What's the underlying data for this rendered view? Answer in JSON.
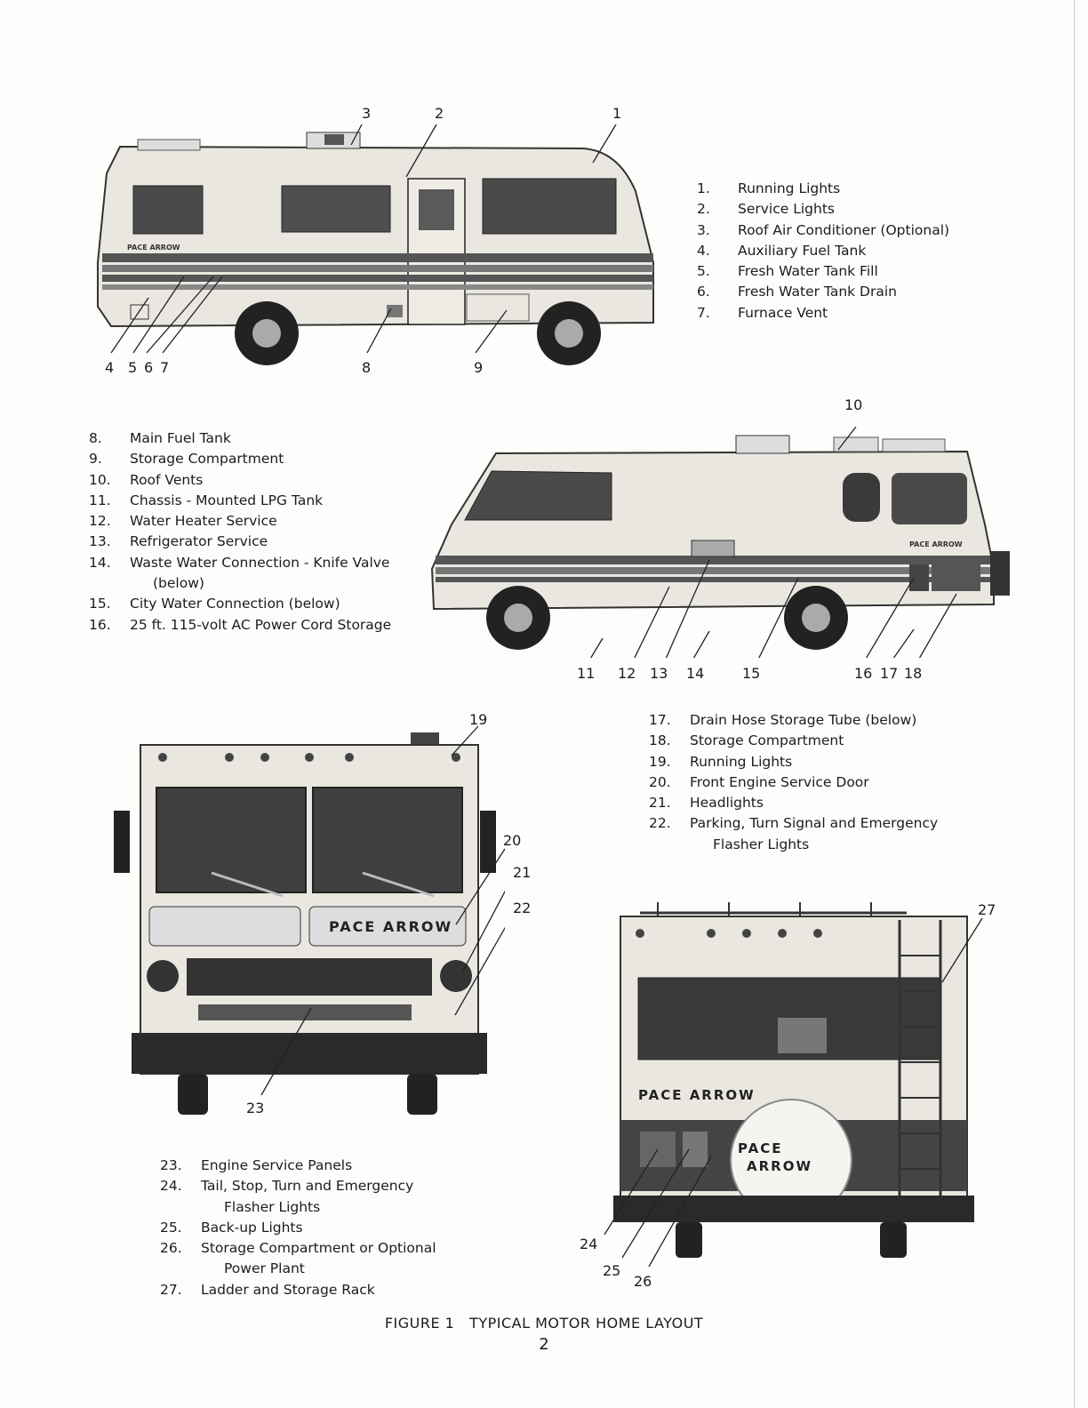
{
  "legend_a": [
    {
      "n": "1.",
      "text": "Running Lights"
    },
    {
      "n": "2.",
      "text": "Service Lights"
    },
    {
      "n": "3.",
      "text": "Roof Air Conditioner (Optional)"
    },
    {
      "n": "4.",
      "text": "Auxiliary Fuel Tank"
    },
    {
      "n": "5.",
      "text": "Fresh Water Tank Fill"
    },
    {
      "n": "6.",
      "text": "Fresh Water Tank Drain"
    },
    {
      "n": "7.",
      "text": "Furnace Vent"
    }
  ],
  "legend_b": [
    {
      "n": "8.",
      "text": "Main Fuel Tank"
    },
    {
      "n": "9.",
      "text": "Storage Compartment"
    },
    {
      "n": "10.",
      "text": "Roof Vents"
    },
    {
      "n": "11.",
      "text": "Chassis - Mounted LPG Tank"
    },
    {
      "n": "12.",
      "text": "Water Heater Service"
    },
    {
      "n": "13.",
      "text": "Refrigerator Service"
    },
    {
      "n": "14.",
      "text": "Waste Water Connection - Knife Valve",
      "cont": "(below)"
    },
    {
      "n": "15.",
      "text": "City Water Connection (below)"
    },
    {
      "n": "16.",
      "text": "25 ft. 115-volt AC Power Cord Storage"
    }
  ],
  "legend_c": [
    {
      "n": "17.",
      "text": "Drain Hose Storage Tube (below)"
    },
    {
      "n": "18.",
      "text": "Storage Compartment"
    },
    {
      "n": "19.",
      "text": "Running Lights"
    },
    {
      "n": "20.",
      "text": "Front Engine Service Door"
    },
    {
      "n": "21.",
      "text": "Headlights"
    },
    {
      "n": "22.",
      "text": "Parking, Turn Signal and Emergency",
      "cont": "Flasher Lights"
    }
  ],
  "legend_d": [
    {
      "n": "23.",
      "text": "Engine Service Panels"
    },
    {
      "n": "24.",
      "text": "Tail, Stop, Turn and Emergency",
      "cont": "Flasher Lights"
    },
    {
      "n": "25.",
      "text": "Back-up Lights"
    },
    {
      "n": "26.",
      "text": "Storage Compartment or Optional",
      "cont": "Power Plant"
    },
    {
      "n": "27.",
      "text": "Ladder and Storage Rack"
    }
  ],
  "callouts": {
    "c1": "1",
    "c2": "2",
    "c3": "3",
    "c4": "4",
    "c5": "5",
    "c6": "6",
    "c7": "7",
    "c8": "8",
    "c9": "9",
    "c10": "10",
    "c11": "11",
    "c12": "12",
    "c13": "13",
    "c14": "14",
    "c15": "15",
    "c16": "16",
    "c17": "17",
    "c18": "18",
    "c19": "19",
    "c20": "20",
    "c21": "21",
    "c22": "22",
    "c23": "23",
    "c24": "24",
    "c25": "25",
    "c26": "26",
    "c27": "27"
  },
  "branding": {
    "logo_text": "PACE ARROW",
    "spare_line1": "PACE",
    "spare_line2": "ARROW"
  },
  "caption": "FIGURE 1   TYPICAL MOTOR HOME LAYOUT",
  "page_number": "2"
}
